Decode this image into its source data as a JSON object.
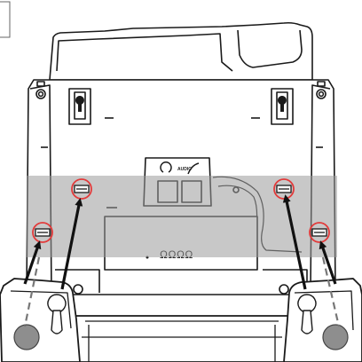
{
  "base": {
    "port_labels": {
      "headset": "AUDIO"
    },
    "serial_label": "ΩΩΩΩ"
  },
  "colors": {
    "outline": "#1a1a1a",
    "band": "#a8a8a8",
    "highlight": "#e23a3a",
    "arrow": "#111111",
    "rubber_foot": "#8e8e8e",
    "background": "#ffffff"
  },
  "callouts": {
    "slots_highlighted": 4,
    "arrows": 4
  }
}
